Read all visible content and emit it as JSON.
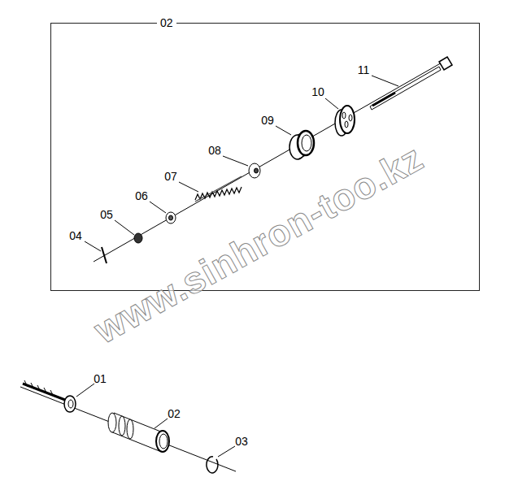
{
  "diagram": {
    "nodes": [
      {
        "text": [
          "02"
        ]
      }
    ],
    "labels": [
      "11",
      "10",
      "09",
      "08",
      "07",
      "06",
      "05",
      "04",
      "01",
      "02",
      "03",
      "www.sinhron-too.kz"
    ]
  }
}
